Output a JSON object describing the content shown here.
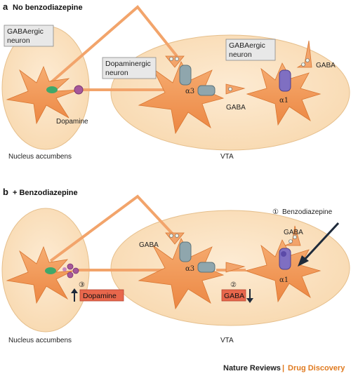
{
  "panel_a": {
    "letter": "a",
    "title": "No benzodiazepine",
    "gabaergic_neuron_left": [
      "GABAergic",
      "neuron"
    ],
    "dopaminergic_neuron": [
      "Dopaminergic",
      "neuron"
    ],
    "gabaergic_neuron_right": [
      "GABAergic",
      "neuron"
    ],
    "dopamine": "Dopamine",
    "gaba_mid": "GABA",
    "gaba_right": "GABA",
    "alpha3": "α3",
    "alpha1": "α1",
    "region_left": "Nucleus accumbens",
    "region_right": "VTA"
  },
  "panel_b": {
    "letter": "b",
    "title": "+ Benzodiazepine",
    "step1": "①",
    "benzodiazepine": "Benzodiazepine",
    "gaba_top_left": "GABA",
    "gaba_top_right": "GABA",
    "alpha3": "α3",
    "alpha1": "α1",
    "step2": "②",
    "step3": "③",
    "gaba_box": "GABA",
    "dopamine_box": "Dopamine",
    "region_left": "Nucleus accumbens",
    "region_right": "VTA"
  },
  "footer": {
    "journal": "Nature Reviews",
    "separator": "|",
    "section": "Drug Discovery"
  },
  "colors": {
    "region_fill": "#fbe3c4",
    "neuron_fill": "#f39a5a",
    "receptor_alpha3": "#8fa6ad",
    "receptor_alpha1": "#7f6fc2",
    "highlight_box": "#e8674c",
    "brand_orange": "#e07a1f"
  }
}
